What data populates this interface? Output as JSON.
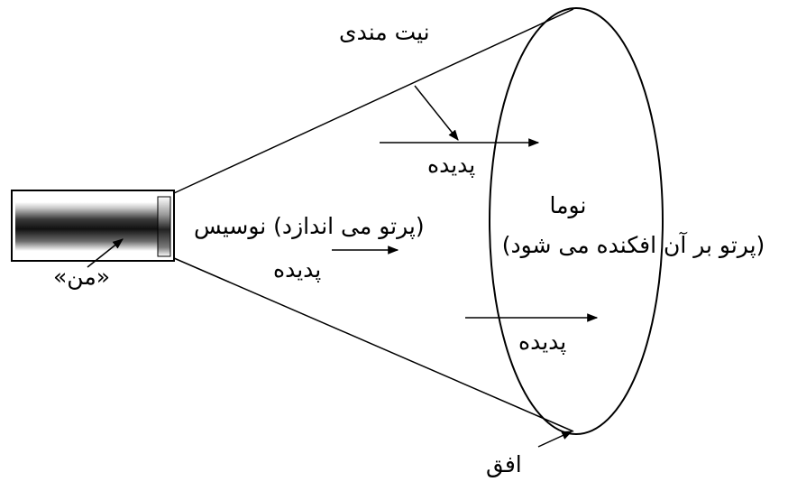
{
  "diagram": {
    "labels": {
      "intentionality": "نیت مندی",
      "phenomenon_top": "پدیده",
      "noumenon": "نوما",
      "noumenon_note": "(پرتو بر آن افکنده می شود)",
      "noesis": "(پرتو می اندازد) نوسیس",
      "phenomenon_mid": "پدیده",
      "self": "«من»",
      "phenomenon_bottom": "پدیده",
      "horizon": "افق"
    },
    "colors": {
      "stroke": "#000000",
      "background": "#ffffff"
    }
  }
}
